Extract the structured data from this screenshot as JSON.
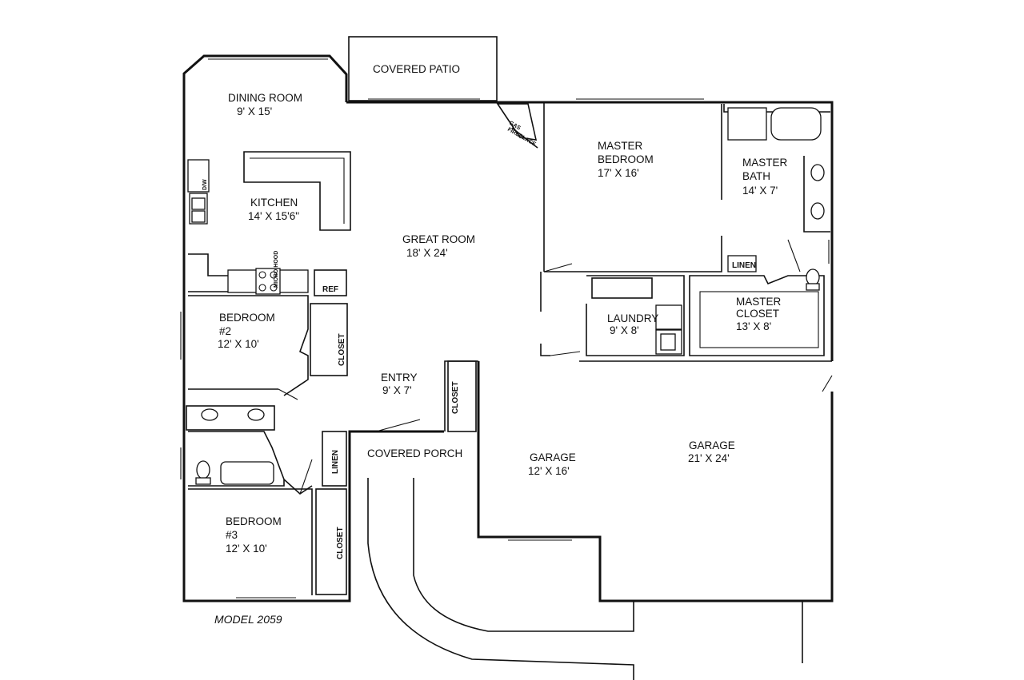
{
  "rooms": {
    "dining": {
      "name": "DINING ROOM",
      "size": "9' X 15'"
    },
    "patio": {
      "name": "COVERED PATIO"
    },
    "fireplace": {
      "name1": "GAS",
      "name2": "FIREPLACE"
    },
    "kitchen": {
      "name": "KITCHEN",
      "size": "14' X 15'6\""
    },
    "great": {
      "name": "GREAT ROOM",
      "size": "18' X 24'"
    },
    "master_bedroom": {
      "name1": "MASTER",
      "name2": "BEDROOM",
      "size": "17' X 16'"
    },
    "master_bath": {
      "name1": "MASTER",
      "name2": "BATH",
      "size": "14' X 7'"
    },
    "master_closet": {
      "name1": "MASTER",
      "name2": "CLOSET",
      "size": "13' X 8'"
    },
    "laundry": {
      "name": "LAUNDRY",
      "size": "9' X 8'"
    },
    "bedroom2": {
      "name1": "BEDROOM",
      "name2": "#2",
      "size": "12' X 10'"
    },
    "bedroom3": {
      "name1": "BEDROOM",
      "name2": "#3",
      "size": "12' X 10'"
    },
    "entry": {
      "name": "ENTRY",
      "size": "9' X 7'"
    },
    "porch": {
      "name": "COVERED PORCH"
    },
    "garage_small": {
      "name": "GARAGE",
      "size": "12' X 16'"
    },
    "garage_large": {
      "name": "GARAGE",
      "size": "21' X 24'"
    }
  },
  "fixtures": {
    "dw": "D/W",
    "ref": "REF",
    "hood": "MICRO HOOD",
    "linen": "LINEN",
    "closet": "CLOSET"
  },
  "model": "MODEL 2059"
}
